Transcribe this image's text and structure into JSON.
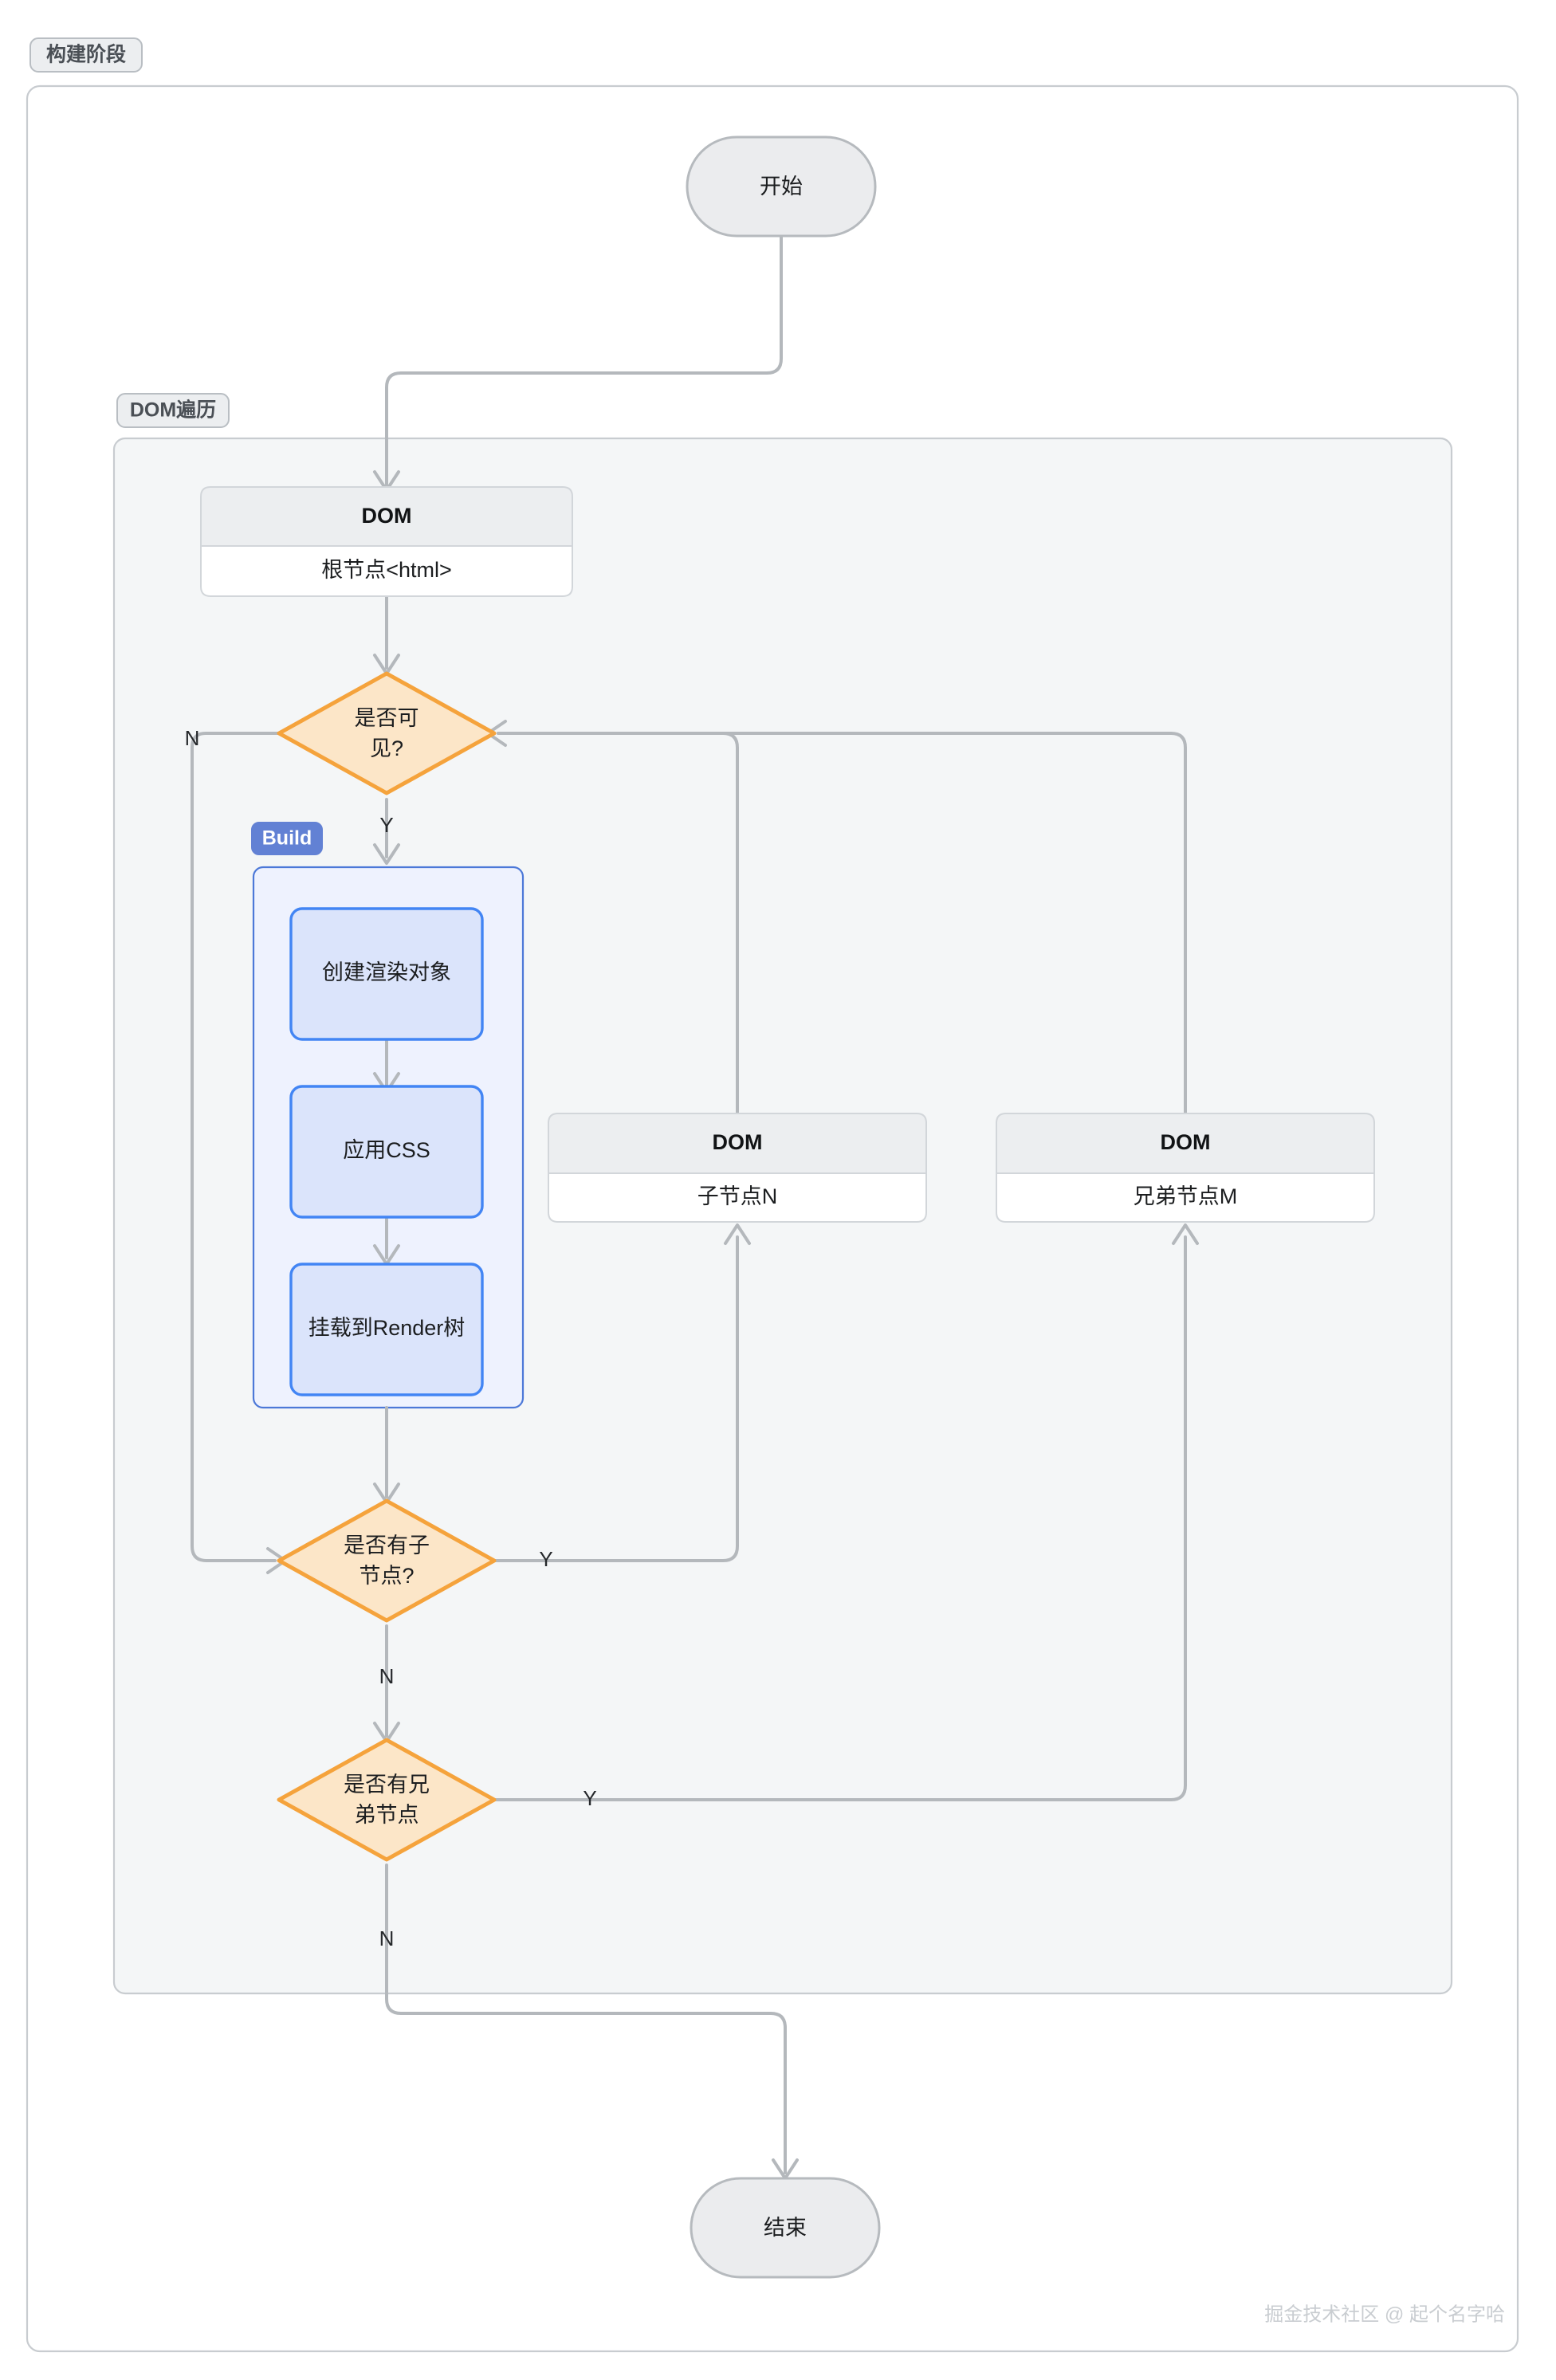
{
  "diagram": {
    "title_chip": "构建阶段",
    "subgraphs": [
      {
        "id": "dom-traversal",
        "label": "DOM遍历"
      },
      {
        "id": "build",
        "label": "Build"
      }
    ],
    "nodes": {
      "start": {
        "label": "开始",
        "shape": "stadium"
      },
      "end": {
        "label": "结束",
        "shape": "stadium"
      },
      "dom_root": {
        "header": "DOM",
        "body": "根节点<html>",
        "shape": "card"
      },
      "dom_child": {
        "header": "DOM",
        "body": "子节点N",
        "shape": "card"
      },
      "dom_sibling": {
        "header": "DOM",
        "body": "兄弟节点M",
        "shape": "card"
      },
      "visible": {
        "line1": "是否可",
        "line2": "见?",
        "shape": "diamond"
      },
      "has_child": {
        "line1": "是否有子",
        "line2": "节点?",
        "shape": "diamond"
      },
      "has_sibling": {
        "line1": "是否有兄",
        "line2": "弟节点",
        "shape": "diamond"
      },
      "create_render_object": {
        "label": "创建渲染对象",
        "shape": "box"
      },
      "apply_css": {
        "label": "应用CSS",
        "shape": "box"
      },
      "mount_render_tree": {
        "label": "挂载到Render树",
        "shape": "box"
      }
    },
    "edge_labels": {
      "visible_no": "N",
      "visible_yes": "Y",
      "has_child_yes": "Y",
      "has_child_no": "N",
      "has_sibling_yes": "Y",
      "has_sibling_no": "N"
    },
    "watermark": "掘金技术社区 @ 起个名字哈",
    "colors": {
      "decision_stroke": "#f5a33c",
      "decision_fill": "#fce6c8",
      "build_stroke": "#4285f4",
      "build_fill": "#dbe4fb",
      "edge": "#b4b8bc",
      "frame": "#c8ccd0",
      "chip_blue": "#6281d4"
    }
  }
}
